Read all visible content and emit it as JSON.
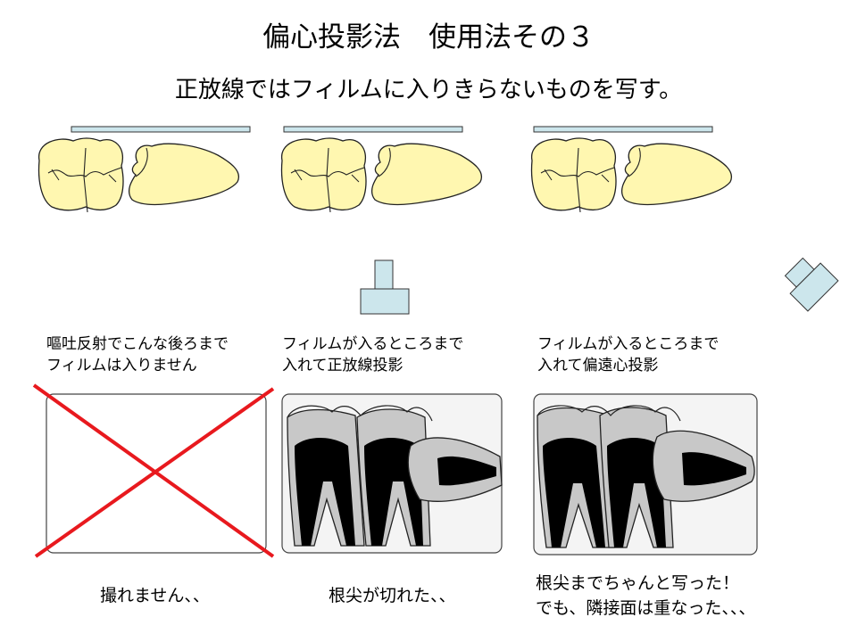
{
  "title": "偏心投影法　使用法その３",
  "subtitle": "正放線ではフィルムに入りきらないものを写す。",
  "panels": [
    {
      "caption_line1": "嘔吐反射でこんな後ろまで",
      "caption_line2": "フィルムは入りません",
      "result_line1": "撮れません、、",
      "result_line2": ""
    },
    {
      "caption_line1": "フィルムが入るところまで",
      "caption_line2": "入れて正放線投影",
      "result_line1": "根尖が切れた、、",
      "result_line2": ""
    },
    {
      "caption_line1": "フィルムが入るところまで",
      "caption_line2": "入れて偏遠心投影",
      "result_line1": "根尖までちゃんと写った！",
      "result_line2": "でも、隣接面は重なった、、、"
    }
  ],
  "colors": {
    "tooth_fill": "#fff7b0",
    "film_fill": "#cce6ec",
    "tube_fill": "#cce6ec",
    "cross_color": "#e8191e",
    "xray_bg": "#ebebeb",
    "root_gray": "#c8c8c8",
    "pulp_black": "#000000"
  }
}
